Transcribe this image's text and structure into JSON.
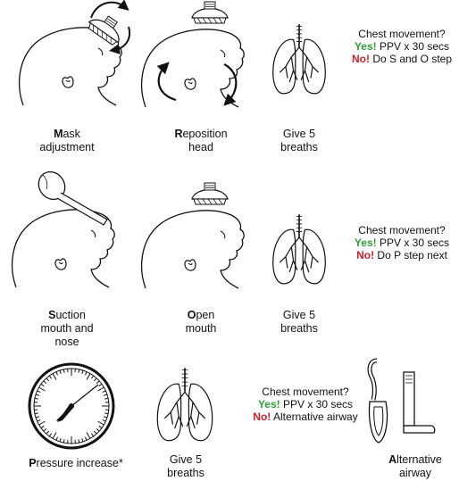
{
  "rows": [
    {
      "steps": [
        {
          "bold": "M",
          "rest": "ask",
          "line2": "adjustment"
        },
        {
          "bold": "R",
          "rest": "eposition",
          "line2": "head"
        },
        {
          "bold": "",
          "rest": "Give 5",
          "line2": "breaths"
        }
      ],
      "check": {
        "question": "Chest movement?",
        "yes": "Yes!",
        "yes_text": "PPV x 30 secs",
        "no": "No!",
        "no_text": "Do S and O step"
      }
    },
    {
      "steps": [
        {
          "bold": "S",
          "rest": "uction",
          "line2": "mouth and",
          "line3": "nose"
        },
        {
          "bold": "O",
          "rest": "pen",
          "line2": "mouth"
        },
        {
          "bold": "",
          "rest": "Give 5",
          "line2": "breaths"
        }
      ],
      "check": {
        "question": "Chest movement?",
        "yes": "Yes!",
        "yes_text": "PPV x 30 secs",
        "no": "No!",
        "no_text": "Do P step next"
      }
    },
    {
      "steps": [
        {
          "bold": "P",
          "rest": "ressure increase*"
        },
        {
          "bold": "",
          "rest": "Give 5",
          "line2": "breaths"
        },
        {
          "bold": "A",
          "rest": "lternative",
          "line2": "airway"
        }
      ],
      "check": {
        "question": "Chest movement?",
        "yes": "Yes!",
        "yes_text": "PPV x 30 secs",
        "no": "No!",
        "no_text": "Alternative airway"
      }
    }
  ],
  "icons": [
    "infant-head-icon",
    "mask-icon",
    "rotate-arrow-icon",
    "lungs-icon",
    "bulb-syringe-icon",
    "pressure-gauge-icon",
    "laryngeal-mask-icon",
    "laryngoscope-icon"
  ],
  "colors": {
    "yes": "#2e9e3a",
    "no": "#d0202a",
    "line": "#111111"
  }
}
